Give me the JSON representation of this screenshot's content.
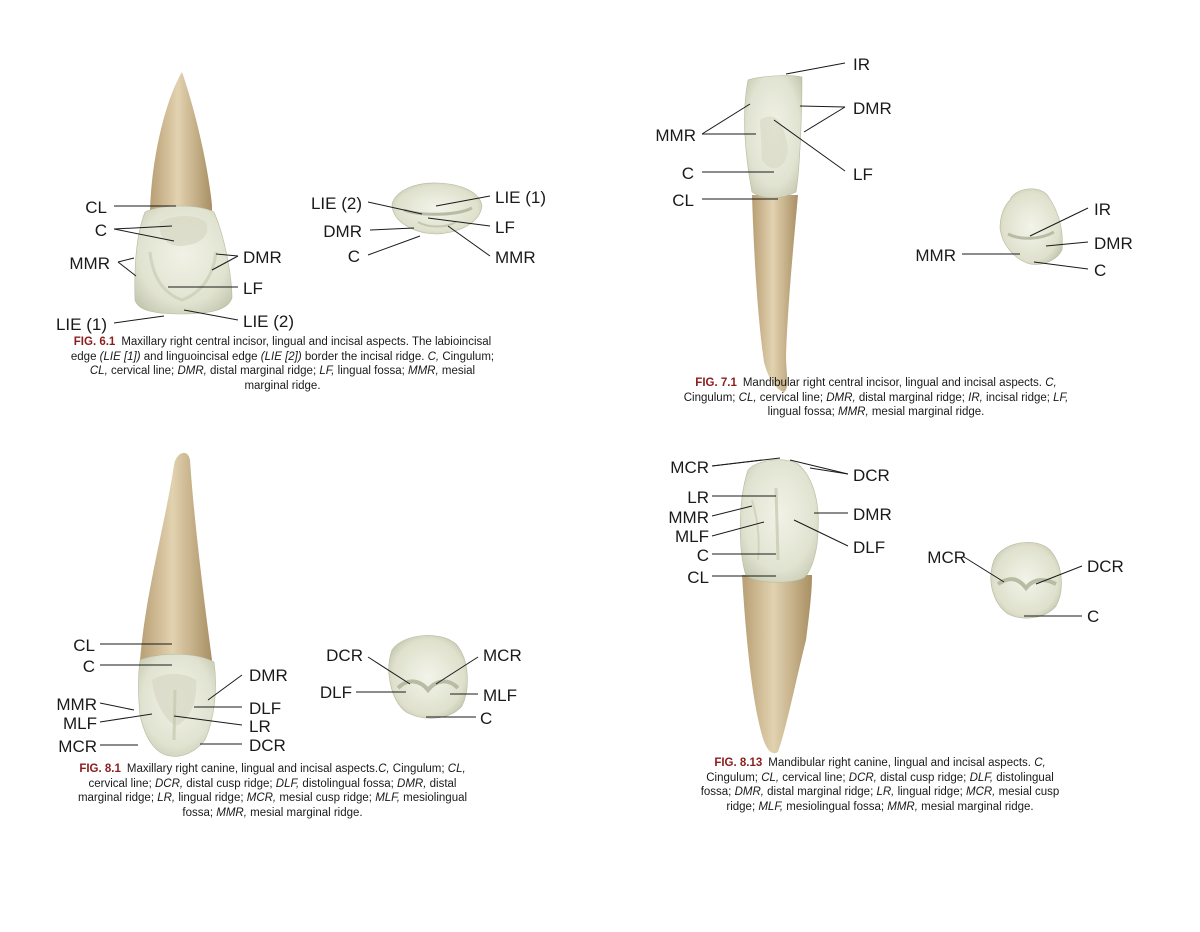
{
  "figures": [
    {
      "id": "fig61",
      "fig_label": "FIG. 6.1",
      "caption_parts": [
        {
          "t": "Maxillary right central incisor, lingual and incisal aspects. The labioincisal edge ",
          "i": false
        },
        {
          "t": "(LIE [1])",
          "i": true
        },
        {
          "t": " and linguoincisal edge ",
          "i": false
        },
        {
          "t": "(LIE [2])",
          "i": true
        },
        {
          "t": " border the incisal ridge. ",
          "i": false
        },
        {
          "t": "C,",
          "i": true
        },
        {
          "t": " Cingulum; ",
          "i": false
        },
        {
          "t": "CL,",
          "i": true
        },
        {
          "t": " cervical line; ",
          "i": false
        },
        {
          "t": "DMR,",
          "i": true
        },
        {
          "t": " distal marginal ridge; ",
          "i": false
        },
        {
          "t": "LF,",
          "i": true
        },
        {
          "t": " lingual fossa; ",
          "i": false
        },
        {
          "t": "MMR,",
          "i": true
        },
        {
          "t": " mesial marginal ridge.",
          "i": false
        }
      ],
      "labels": {
        "cl": "CL",
        "c": "C",
        "mmr": "MMR",
        "dmr": "DMR",
        "lf": "LF",
        "lie1": "LIE (1)",
        "lie2": "LIE (2)",
        "inc_lie2": "LIE (2)",
        "inc_lie1": "LIE (1)",
        "inc_dmr": "DMR",
        "inc_lf": "LF",
        "inc_c": "C",
        "inc_mmr": "MMR"
      }
    },
    {
      "id": "fig71",
      "fig_label": "FIG. 7.1",
      "caption_parts": [
        {
          "t": "Mandibular right central incisor, lingual and incisal aspects. ",
          "i": false
        },
        {
          "t": "C,",
          "i": true
        },
        {
          "t": " Cingulum; ",
          "i": false
        },
        {
          "t": "CL,",
          "i": true
        },
        {
          "t": " cervical line; ",
          "i": false
        },
        {
          "t": "DMR,",
          "i": true
        },
        {
          "t": " distal marginal ridge; ",
          "i": false
        },
        {
          "t": "IR,",
          "i": true
        },
        {
          "t": " incisal ridge; ",
          "i": false
        },
        {
          "t": "LF,",
          "i": true
        },
        {
          "t": " lingual fossa; ",
          "i": false
        },
        {
          "t": "MMR,",
          "i": true
        },
        {
          "t": " mesial marginal ridge.",
          "i": false
        }
      ],
      "labels": {
        "ir": "IR",
        "dmr": "DMR",
        "mmr": "MMR",
        "c": "C",
        "lf": "LF",
        "cl": "CL",
        "inc_ir": "IR",
        "inc_dmr": "DMR",
        "inc_mmr": "MMR",
        "inc_c": "C"
      }
    },
    {
      "id": "fig81",
      "fig_label": "FIG. 8.1",
      "caption_parts": [
        {
          "t": "Maxillary right canine, lingual and incisal aspects.",
          "i": false
        },
        {
          "t": "C,",
          "i": true
        },
        {
          "t": " Cingulum; ",
          "i": false
        },
        {
          "t": "CL,",
          "i": true
        },
        {
          "t": " cervical line; ",
          "i": false
        },
        {
          "t": "DCR,",
          "i": true
        },
        {
          "t": " distal cusp ridge; ",
          "i": false
        },
        {
          "t": "DLF,",
          "i": true
        },
        {
          "t": " distolingual fossa; ",
          "i": false
        },
        {
          "t": "DMR,",
          "i": true
        },
        {
          "t": " distal marginal ridge; ",
          "i": false
        },
        {
          "t": "LR,",
          "i": true
        },
        {
          "t": " lingual ridge; ",
          "i": false
        },
        {
          "t": "MCR,",
          "i": true
        },
        {
          "t": " mesial cusp ridge; ",
          "i": false
        },
        {
          "t": "MLF,",
          "i": true
        },
        {
          "t": " mesiolingual fossa; ",
          "i": false
        },
        {
          "t": "MMR,",
          "i": true
        },
        {
          "t": " mesial marginal ridge.",
          "i": false
        }
      ],
      "labels": {
        "cl": "CL",
        "c": "C",
        "dmr": "DMR",
        "mmr": "MMR",
        "dlf": "DLF",
        "mlf": "MLF",
        "lr": "LR",
        "mcr": "MCR",
        "dcr": "DCR",
        "inc_dcr": "DCR",
        "inc_mcr": "MCR",
        "inc_dlf": "DLF",
        "inc_mlf": "MLF",
        "inc_c": "C"
      }
    },
    {
      "id": "fig813",
      "fig_label": "FIG. 8.13",
      "caption_parts": [
        {
          "t": "Mandibular right canine, lingual and incisal aspects. ",
          "i": false
        },
        {
          "t": "C,",
          "i": true
        },
        {
          "t": " Cingulum; ",
          "i": false
        },
        {
          "t": "CL,",
          "i": true
        },
        {
          "t": " cervical line; ",
          "i": false
        },
        {
          "t": "DCR,",
          "i": true
        },
        {
          "t": " distal cusp ridge; ",
          "i": false
        },
        {
          "t": "DLF,",
          "i": true
        },
        {
          "t": " distolingual fossa; ",
          "i": false
        },
        {
          "t": "DMR,",
          "i": true
        },
        {
          "t": " distal marginal ridge; ",
          "i": false
        },
        {
          "t": "LR,",
          "i": true
        },
        {
          "t": " lingual ridge; ",
          "i": false
        },
        {
          "t": "MCR,",
          "i": true
        },
        {
          "t": " mesial cusp ridge; ",
          "i": false
        },
        {
          "t": "MLF,",
          "i": true
        },
        {
          "t": " mesiolingual fossa; ",
          "i": false
        },
        {
          "t": "MMR,",
          "i": true
        },
        {
          "t": " mesial marginal ridge.",
          "i": false
        }
      ],
      "labels": {
        "mcr": "MCR",
        "dcr": "DCR",
        "lr": "LR",
        "mmr": "MMR",
        "dmr": "DMR",
        "mlf": "MLF",
        "dlf": "DLF",
        "c": "C",
        "cl": "CL",
        "inc_mcr": "MCR",
        "inc_dcr": "DCR",
        "inc_c": "C"
      }
    }
  ],
  "colors": {
    "crown": "#e6e8d8",
    "crown_shade": "#c9ccb4",
    "root": "#dcc9a4",
    "root_shade": "#b89f74",
    "line": "#1a1a1a",
    "fig_label": "#8b1d1d"
  }
}
